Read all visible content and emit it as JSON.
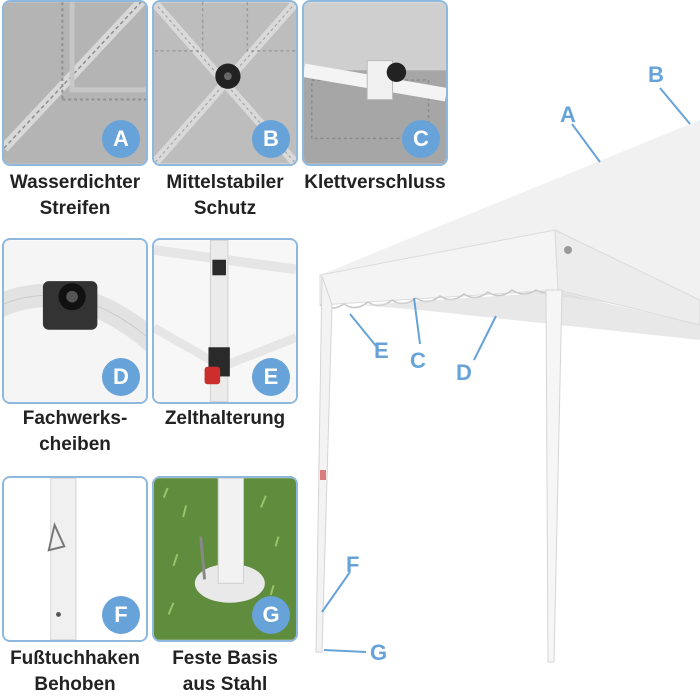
{
  "panels": {
    "a": {
      "badge": "A",
      "caption_line1": "Wasserdichter",
      "caption_line2": "Streifen"
    },
    "b": {
      "badge": "B",
      "caption_line1": "Mittelstabiler",
      "caption_line2": "Schutz"
    },
    "c": {
      "badge": "C",
      "caption_line1": "Klettverschluss",
      "caption_line2": ""
    },
    "d": {
      "badge": "D",
      "caption_line1": "Fachwerks-",
      "caption_line2": "cheiben"
    },
    "e": {
      "badge": "E",
      "caption_line1": "Zelthalterung",
      "caption_line2": ""
    },
    "f": {
      "badge": "F",
      "caption_line1": "Fußtuchhaken",
      "caption_line2": "Behoben"
    },
    "g": {
      "badge": "G",
      "caption_line1": "Feste Basis",
      "caption_line2": "aus Stahl"
    }
  },
  "callouts": {
    "a": "A",
    "b": "B",
    "c": "C",
    "d": "D",
    "e": "E",
    "f": "F",
    "g": "G"
  },
  "colors": {
    "accent": "#67a3d9",
    "border": "#8fb8de",
    "canopy": "#f2f2f2",
    "grass": "#5f8a3a"
  }
}
